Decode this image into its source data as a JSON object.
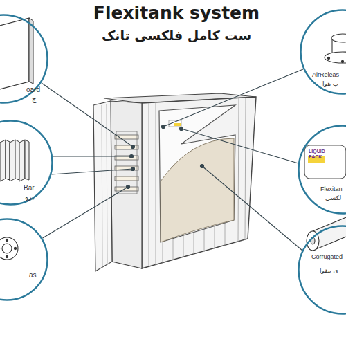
{
  "diagram": {
    "title": "Flexitank system",
    "nodes": [
      {
        "text": [
          "oard",
          "ج"
        ]
      },
      {
        "text": [
          "AirReleas",
          "پ هوا"
        ]
      },
      {
        "text": [
          "Bar",
          "پرو"
        ]
      },
      {
        "text": [
          "LIQUID PACK",
          "Flexitan",
          "لکسی"
        ]
      },
      {
        "text": [
          "as"
        ]
      },
      {
        "text": [
          "Corrugated",
          "ی مقوا"
        ]
      }
    ],
    "labels": [
      "ست کامل فلکسی تانک"
    ]
  }
}
